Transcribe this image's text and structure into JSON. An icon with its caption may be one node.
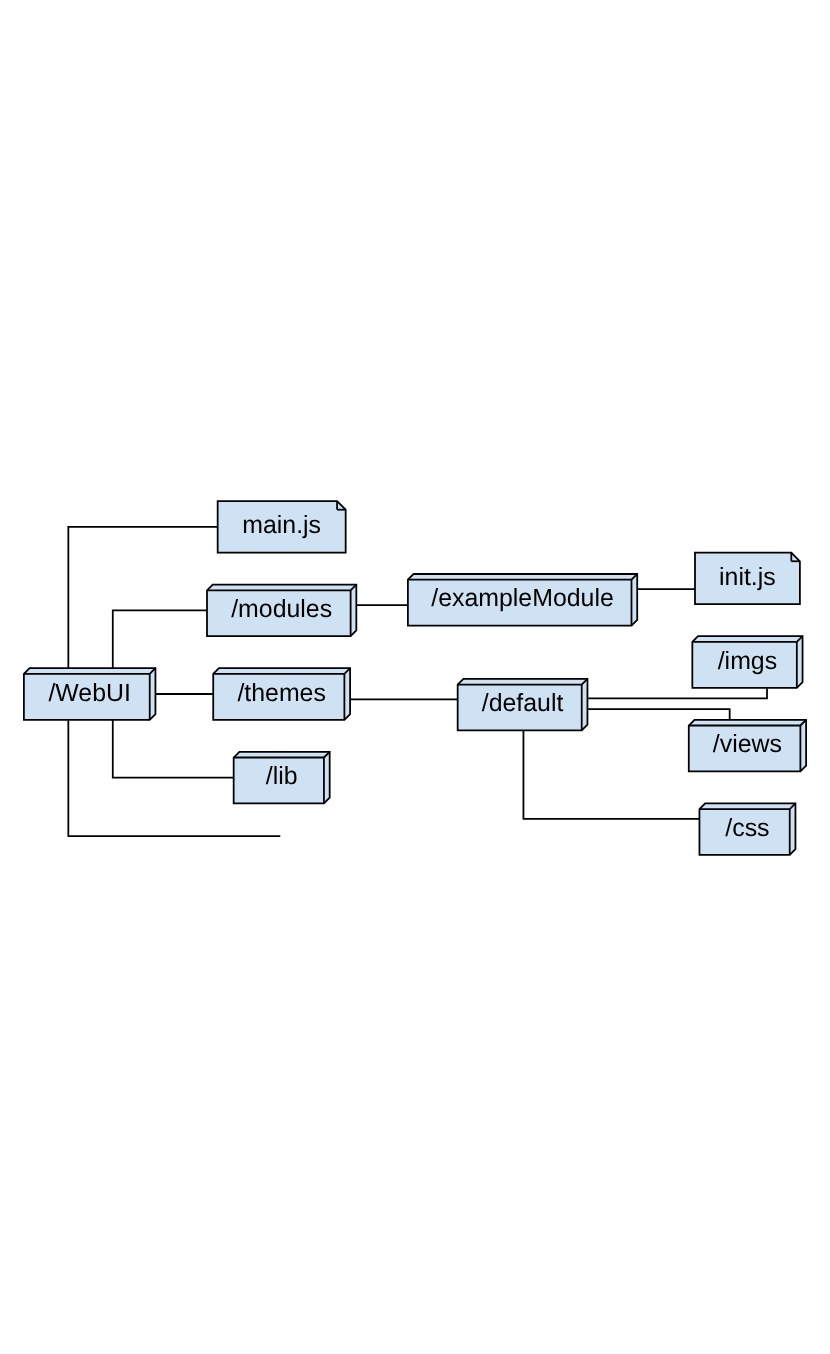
{
  "diagram": {
    "nodes": [
      {
        "text": [
          "/WebUI"
        ]
      },
      {
        "text": [
          "main.js"
        ]
      },
      {
        "text": [
          "/modules"
        ]
      },
      {
        "text": [
          "/exampleModule"
        ]
      },
      {
        "text": [
          "init.js"
        ]
      },
      {
        "text": [
          "/themes"
        ]
      },
      {
        "text": [
          "/default"
        ]
      },
      {
        "text": [
          "/imgs"
        ]
      },
      {
        "text": [
          "/views"
        ]
      },
      {
        "text": [
          "/css"
        ]
      },
      {
        "text": [
          "/lib"
        ]
      }
    ],
    "edges": [
      {
        "from": 0,
        "to": null,
        "arrow": "none"
      },
      {
        "from": 0,
        "to": 1,
        "arrow": "none"
      },
      {
        "from": 0,
        "to": 2,
        "arrow": "none"
      },
      {
        "from": 2,
        "to": 3,
        "arrow": "none"
      },
      {
        "from": 3,
        "to": 4,
        "arrow": "none"
      },
      {
        "from": 0,
        "to": 5,
        "arrow": "none"
      },
      {
        "from": 5,
        "to": 6,
        "arrow": "none"
      },
      {
        "from": 6,
        "to": 7,
        "arrow": "none"
      },
      {
        "from": 6,
        "to": 8,
        "arrow": "none"
      },
      {
        "from": 6,
        "to": 9,
        "arrow": "none"
      },
      {
        "from": 0,
        "to": 10,
        "arrow": "none"
      }
    ]
  }
}
